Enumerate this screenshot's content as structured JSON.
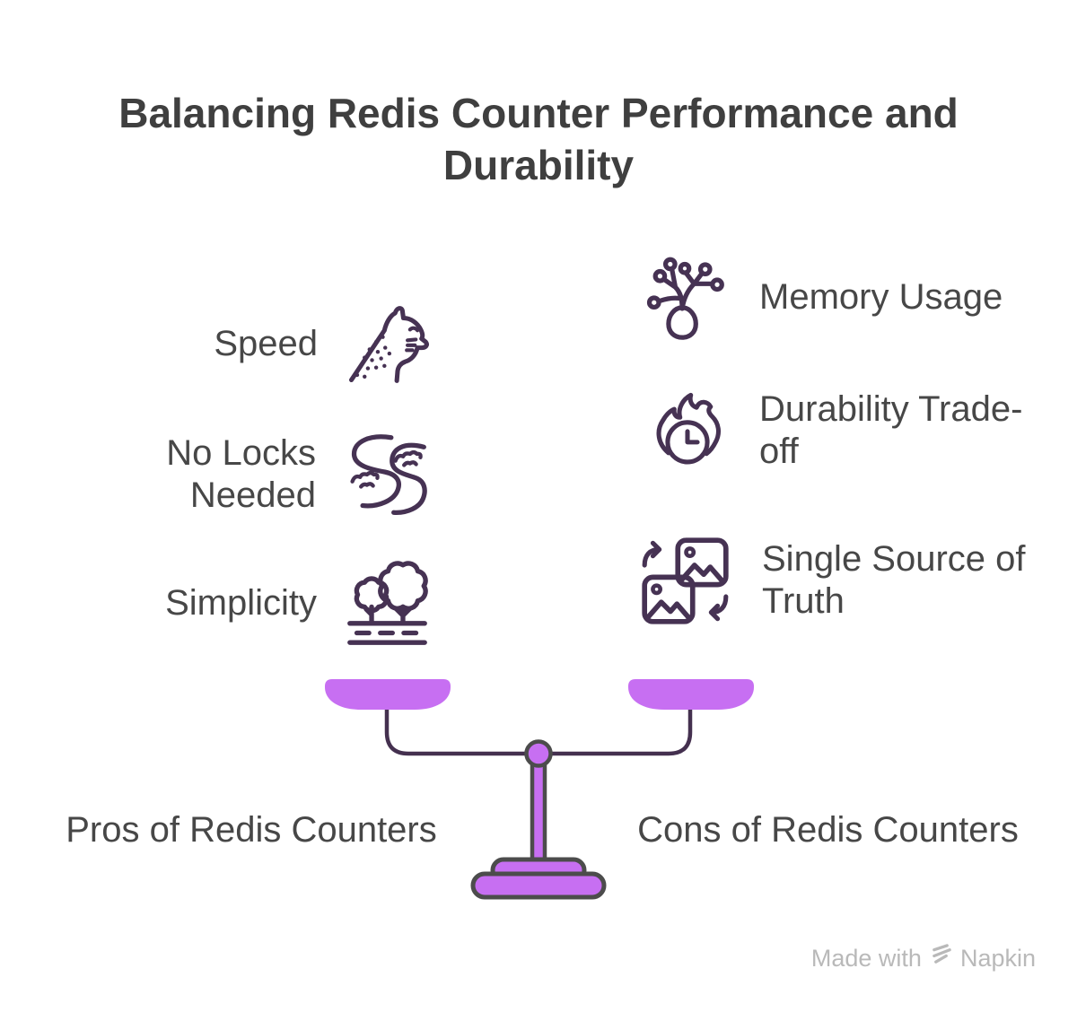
{
  "title": "Balancing Redis Counter Performance and Durability",
  "pros": {
    "label": "Pros of Redis Counters",
    "items": [
      {
        "label": "Speed",
        "icon": "cheetah-icon"
      },
      {
        "label": "No Locks Needed",
        "icon": "river-icon"
      },
      {
        "label": "Simplicity",
        "icon": "trees-icon"
      }
    ]
  },
  "cons": {
    "label": "Cons of Redis Counters",
    "items": [
      {
        "label": "Memory Usage",
        "icon": "plant-nodes-icon"
      },
      {
        "label": "Durability Trade-off",
        "icon": "burning-clock-icon"
      },
      {
        "label": "Single Source of Truth",
        "icon": "image-sync-icon"
      }
    ]
  },
  "watermark": {
    "prefix": "Made with",
    "brand": "Napkin"
  },
  "colors": {
    "accent_purple": "#c76ff2",
    "icon_ink": "#463253",
    "connector_purple": "#44304f",
    "outline_gray": "#4c4c4c",
    "text_dark": "#3f3f3f",
    "text_body": "#474747",
    "watermark_gray": "#b9b9b9"
  }
}
